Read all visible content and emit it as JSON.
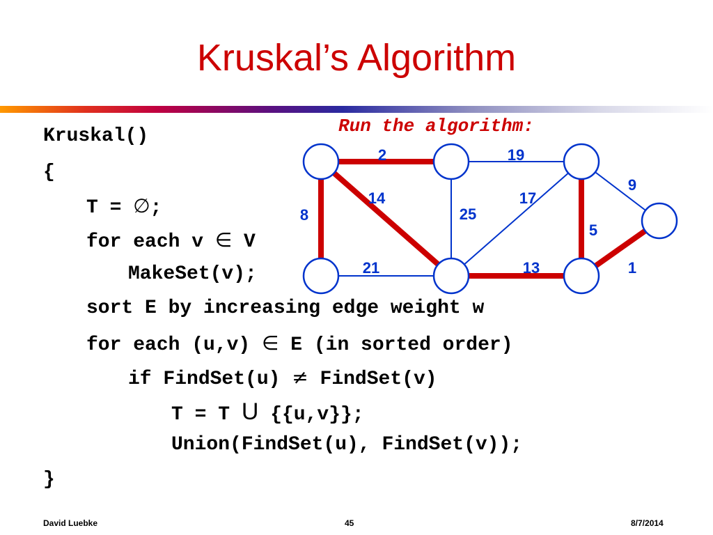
{
  "slide": {
    "title": "Kruskal’s Algorithm",
    "annotation": "Run the algorithm:",
    "colors": {
      "title": "#cc0000",
      "mst_edge": "#cc0000",
      "graph_edge": "#0033cc",
      "weight_label": "#0033cc",
      "node_stroke": "#0033cc"
    }
  },
  "code": {
    "l1": "Kruskal()",
    "l2": "{",
    "l3a": "T = ",
    "l3sym": "∅",
    "l3b": ";",
    "l4a": "for each v ",
    "l4sym": "∈",
    "l4b": " V",
    "l5": "MakeSet(v);",
    "l6": "sort E by increasing edge weight w",
    "l7a": "for each (u,v) ",
    "l7sym": "∈",
    "l7b": " E (in sorted order)",
    "l8a": "if FindSet(u) ",
    "l8sym": "≠",
    "l8b": " FindSet(v)",
    "l9a": "T = T ",
    "l9sym": "U",
    "l9b": " {{u,v}};",
    "l10": "Union(FindSet(u), FindSet(v));",
    "l11": "}"
  },
  "graph": {
    "nodes": [
      "a",
      "b",
      "c",
      "d",
      "e",
      "f",
      "g"
    ],
    "edges": [
      {
        "id": "a-b",
        "from": "a",
        "to": "b",
        "weight": "2",
        "in_mst": true
      },
      {
        "id": "b-c",
        "from": "b",
        "to": "c",
        "weight": "19",
        "in_mst": false
      },
      {
        "id": "c-d",
        "from": "c",
        "to": "d",
        "weight": "9",
        "in_mst": false
      },
      {
        "id": "a-e",
        "from": "a",
        "to": "e",
        "weight": "8",
        "in_mst": true
      },
      {
        "id": "a-f",
        "from": "a",
        "to": "f",
        "weight": "14",
        "in_mst": true
      },
      {
        "id": "b-f",
        "from": "b",
        "to": "f",
        "weight": "25",
        "in_mst": false
      },
      {
        "id": "c-f",
        "from": "c",
        "to": "f",
        "weight": "17",
        "in_mst": false
      },
      {
        "id": "c-g",
        "from": "c",
        "to": "g",
        "weight": "5",
        "in_mst": true
      },
      {
        "id": "e-f",
        "from": "e",
        "to": "f",
        "weight": "21",
        "in_mst": false
      },
      {
        "id": "f-g",
        "from": "f",
        "to": "g",
        "weight": "13",
        "in_mst": true
      },
      {
        "id": "g-d",
        "from": "g",
        "to": "d",
        "weight": "1",
        "in_mst": true
      }
    ]
  },
  "footer": {
    "author": "David Luebke",
    "page": "45",
    "date": "8/7/2014"
  }
}
